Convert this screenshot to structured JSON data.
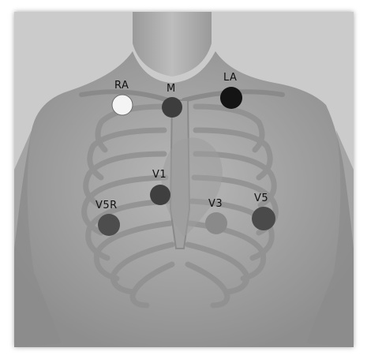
{
  "electrodes": [
    {
      "id": "ra",
      "label": "RA",
      "color": "#f4f4f4"
    },
    {
      "id": "m",
      "label": "M",
      "color": "#3d3d3d"
    },
    {
      "id": "la",
      "label": "LA",
      "color": "#141414"
    },
    {
      "id": "v1",
      "label": "V1",
      "color": "#3f3f3f"
    },
    {
      "id": "v5r",
      "label": "V5R",
      "color": "#4d4d4d"
    },
    {
      "id": "v3",
      "label": "V3",
      "color": "#8a8a8a"
    },
    {
      "id": "v5",
      "label": "V5",
      "color": "#4a4a4a"
    }
  ],
  "colors": {
    "background": "#c9c9c9",
    "skin": "#a9a9a9",
    "ribs": "#8f8f8f"
  }
}
